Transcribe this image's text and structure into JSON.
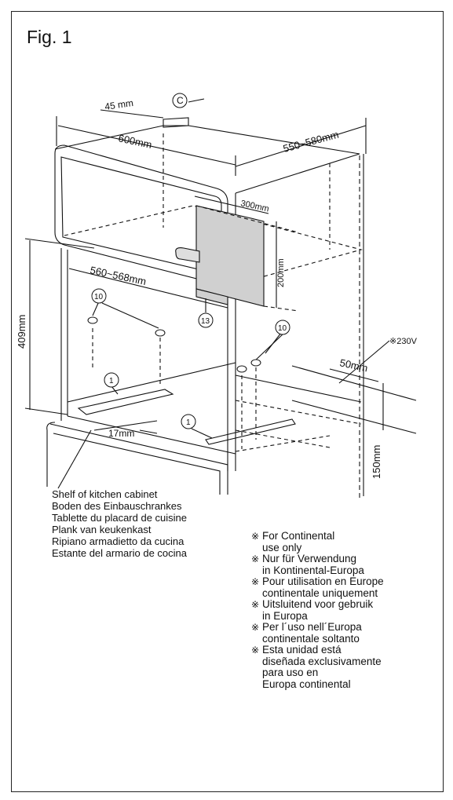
{
  "figure": {
    "title": "Fig. 1"
  },
  "dimensions": {
    "d45": "45 mm",
    "c_label": "C",
    "d600": "600mm",
    "d550_580": "550~580mm",
    "d300": "300mm",
    "d200": "200mm",
    "d409": "409mm",
    "d560_568": "560~568mm",
    "d17": "17mm",
    "d50": "50mm",
    "d150": "150mm",
    "v230": "※230V"
  },
  "callouts": {
    "c10a": "10",
    "c13": "13",
    "c10b": "10",
    "c1a": "1",
    "c1b": "1"
  },
  "shelf_labels": [
    "Shelf of kitchen cabinet",
    "Boden des Einbauschrankes",
    "Tablette du placard de cuisine",
    "Plank van keukenkast",
    "Ripiano armadietto da cucina",
    "Estante del armario de cocina"
  ],
  "notes": {
    "mark": "※",
    "items": [
      {
        "l1": "For Continental",
        "l2": "use only",
        "l3": ""
      },
      {
        "l1": "Nur für Verwendung",
        "l2": "in Kontinental-Europa",
        "l3": ""
      },
      {
        "l1": "Pour utilisation en Europe",
        "l2": "continentale uniquement",
        "l3": ""
      },
      {
        "l1": "Uitsluitend voor gebruik",
        "l2": "in Europa",
        "l3": ""
      },
      {
        "l1": "Per l´uso nell´Europa",
        "l2": "continentale soltanto",
        "l3": ""
      },
      {
        "l1": "Esta unidad está",
        "l2": "diseñada exclusivamente",
        "l3": "para uso en",
        "l4": "Europa continental"
      }
    ]
  }
}
